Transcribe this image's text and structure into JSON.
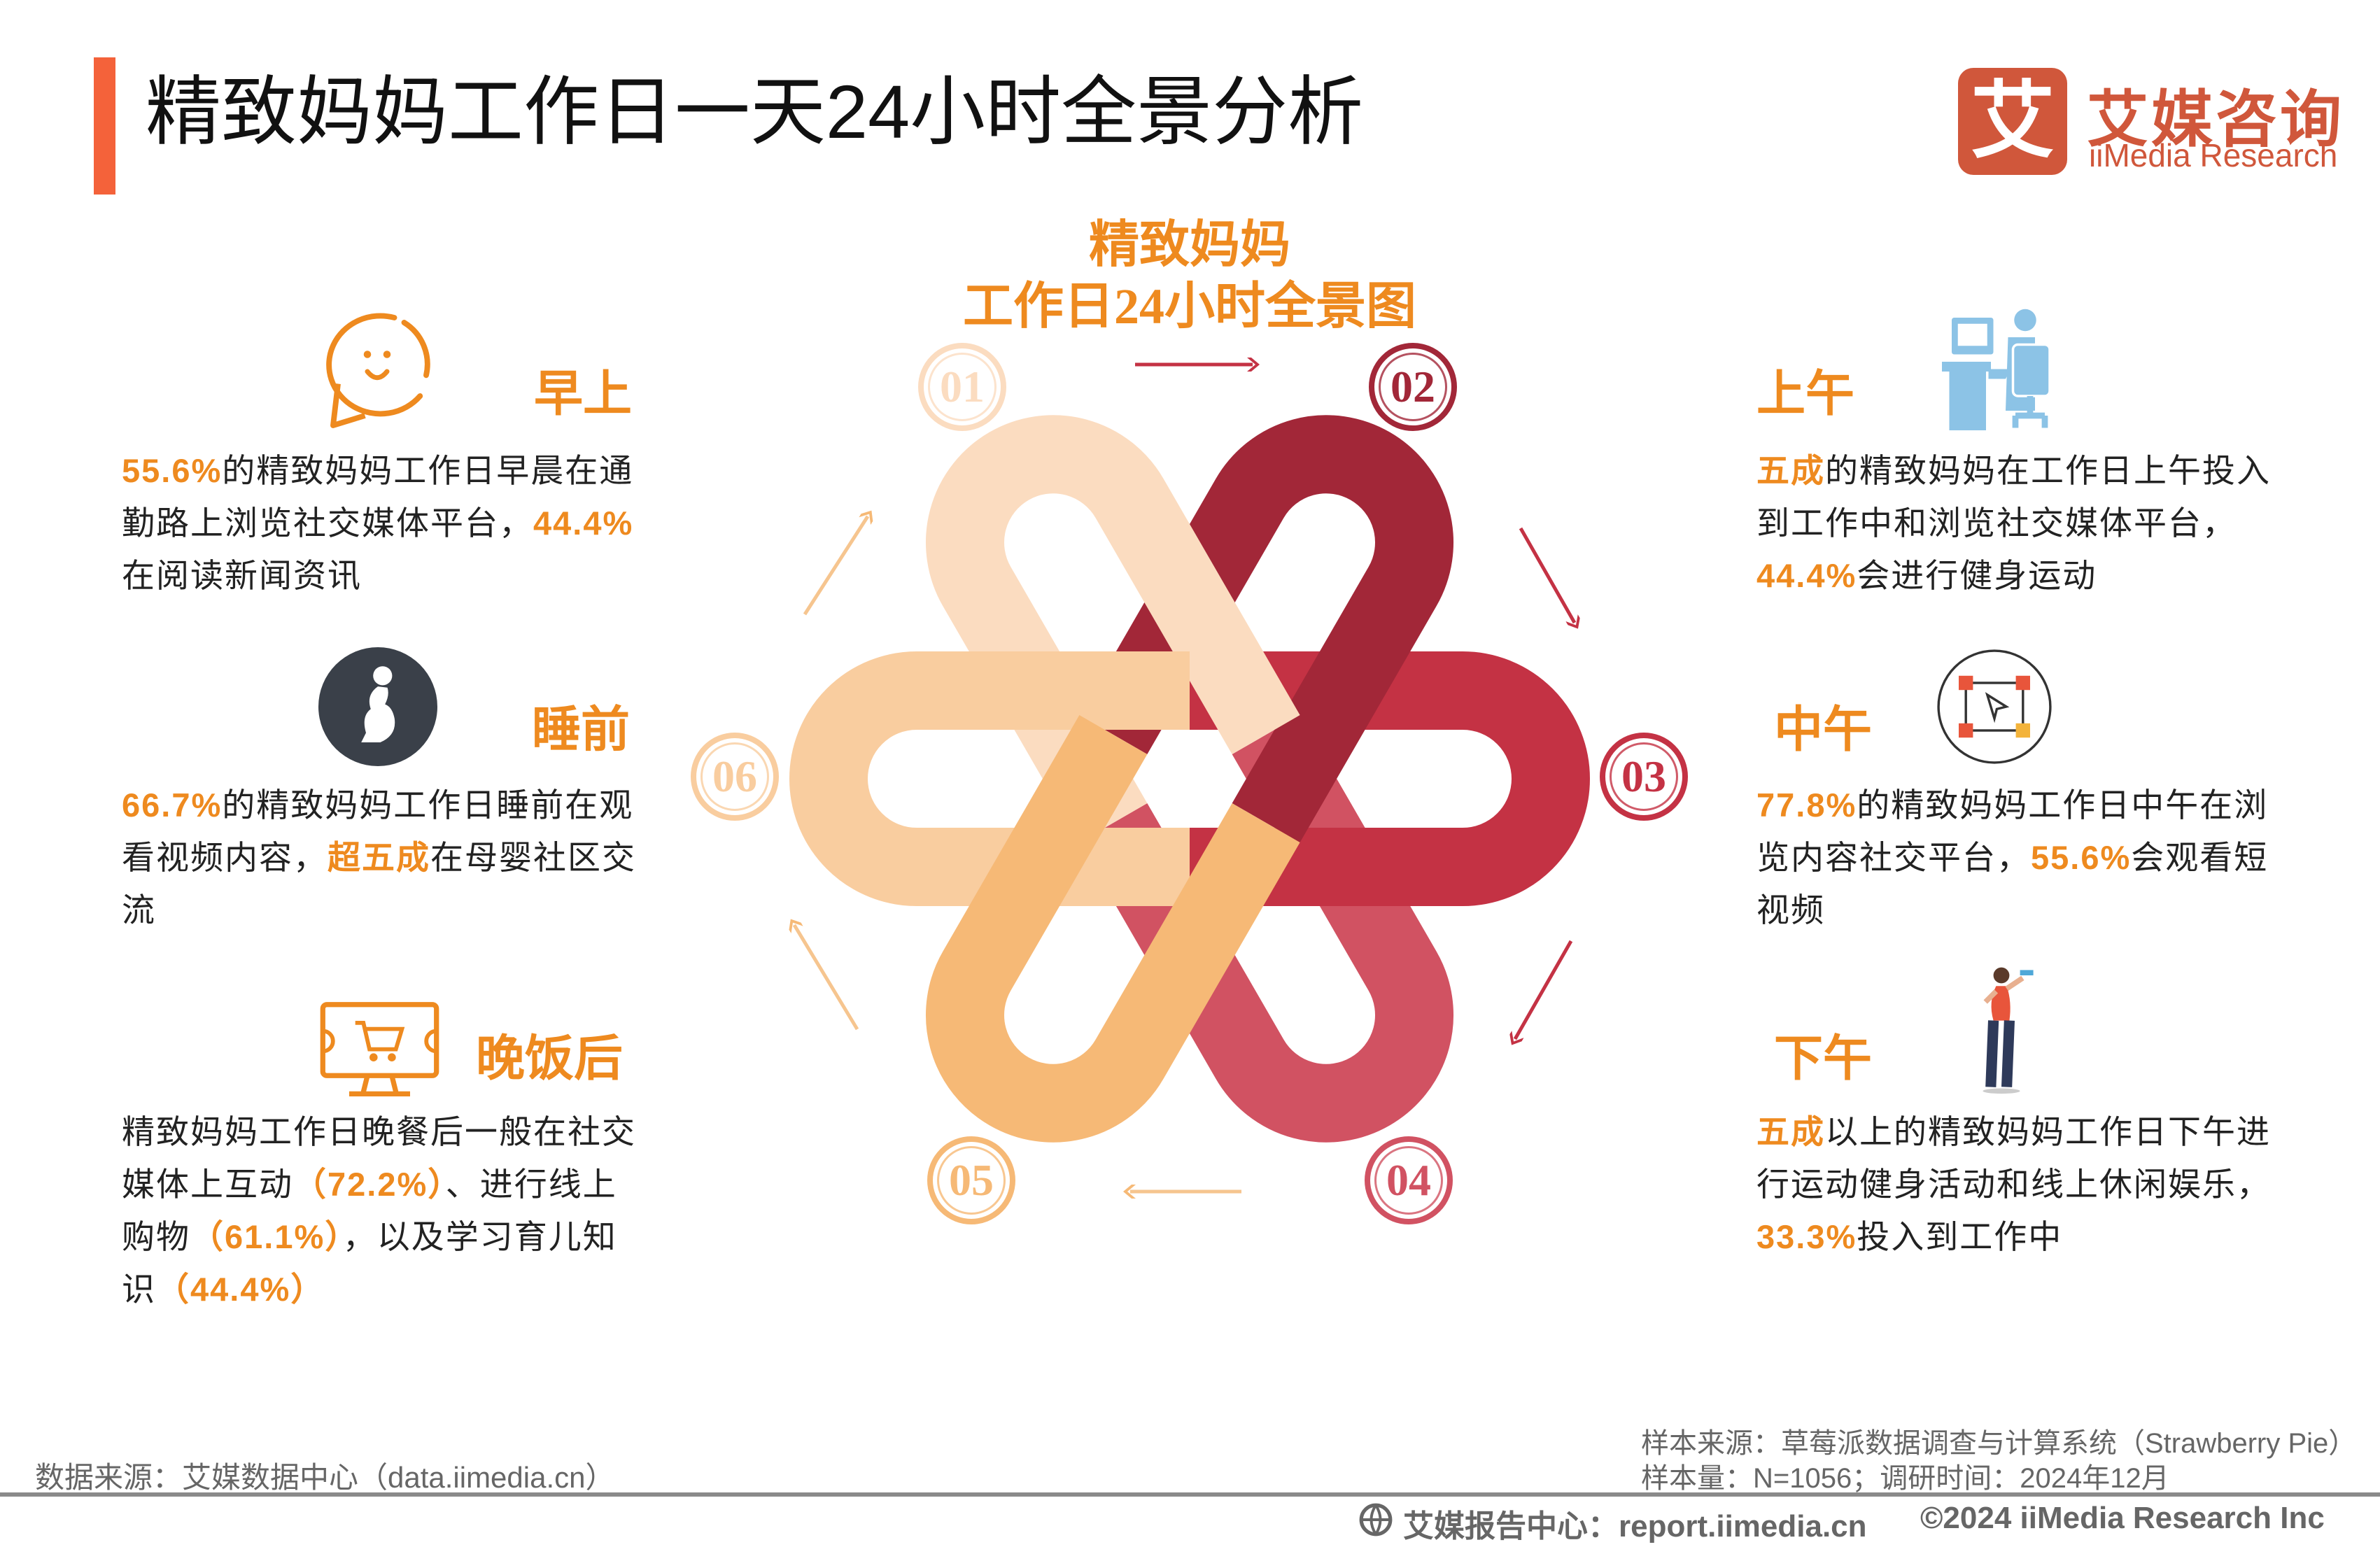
{
  "header": {
    "title": "精致妈妈工作日一天24小时全景分析",
    "accent_color": "#f4623a",
    "logo": {
      "mark": "艾",
      "cn": "艾媒咨询",
      "en": "iiMedia Research",
      "color": "#d0573b"
    }
  },
  "center": {
    "title_line1": "精致妈妈",
    "title_line2": "工作日24小时全景图",
    "steps": [
      {
        "num": "01",
        "color": "#fbdcc0"
      },
      {
        "num": "02",
        "color": "#a22738"
      },
      {
        "num": "03",
        "color": "#c43244"
      },
      {
        "num": "04",
        "color": "#d15262"
      },
      {
        "num": "05",
        "color": "#f6b976"
      },
      {
        "num": "06",
        "color": "#f9cd9f"
      }
    ]
  },
  "sections": [
    {
      "id": "morning",
      "heading": "早上",
      "icon": "smile-chat-icon",
      "lines": [
        [
          {
            "t": "55.6%",
            "hl": true
          },
          {
            "t": "的精致妈妈工作日早晨在通"
          }
        ],
        [
          {
            "t": "勤路上浏览社交媒体平台，"
          },
          {
            "t": "44.4%",
            "hl": true
          }
        ],
        [
          {
            "t": "在阅读新闻资讯"
          }
        ]
      ]
    },
    {
      "id": "bedtime",
      "heading": "睡前",
      "icon": "pregnant-woman-icon",
      "lines": [
        [
          {
            "t": "66.7%",
            "hl": true
          },
          {
            "t": "的精致妈妈工作日睡前在观"
          }
        ],
        [
          {
            "t": "看视频内容，"
          },
          {
            "t": "超五成",
            "hl": true
          },
          {
            "t": "在母婴社区交"
          }
        ],
        [
          {
            "t": "流"
          }
        ]
      ]
    },
    {
      "id": "after-dinner",
      "heading": "晚饭后",
      "icon": "shopping-cart-monitor-icon",
      "lines": [
        [
          {
            "t": "精致妈妈工作日晚餐后一般在社交"
          }
        ],
        [
          {
            "t": "媒体上互动"
          },
          {
            "t": "（72.2%）",
            "hl": true
          },
          {
            "t": "、进行线上"
          }
        ],
        [
          {
            "t": "购物"
          },
          {
            "t": "（61.1%）",
            "hl": true
          },
          {
            "t": "，以及学习育儿知"
          }
        ],
        [
          {
            "t": "识"
          },
          {
            "t": "（44.4%）",
            "hl": true
          }
        ]
      ]
    },
    {
      "id": "forenoon",
      "heading": "上午",
      "icon": "office-worker-icon",
      "lines": [
        [
          {
            "t": "五成",
            "hl": true
          },
          {
            "t": "的精致妈妈在工作日上午投入"
          }
        ],
        [
          {
            "t": "到工作中和浏览社交媒体平台，"
          }
        ],
        [
          {
            "t": "44.4%",
            "hl": true
          },
          {
            "t": "会进行健身运动"
          }
        ]
      ]
    },
    {
      "id": "noon",
      "heading": "中午",
      "icon": "flowchart-icon",
      "lines": [
        [
          {
            "t": "77.8%",
            "hl": true
          },
          {
            "t": "的精致妈妈工作日中午在浏"
          }
        ],
        [
          {
            "t": "览内容社交平台，"
          },
          {
            "t": "55.6%",
            "hl": true
          },
          {
            "t": "会观看短"
          }
        ],
        [
          {
            "t": "视频"
          }
        ]
      ]
    },
    {
      "id": "afternoon",
      "heading": "下午",
      "icon": "woman-dumbbell-icon",
      "lines": [
        [
          {
            "t": "五成",
            "hl": true
          },
          {
            "t": "以上的精致妈妈工作日下午进"
          }
        ],
        [
          {
            "t": "行运动健身活动和线上休闲娱乐，"
          }
        ],
        [
          {
            "t": "33.3%",
            "hl": true
          },
          {
            "t": "投入到工作中"
          }
        ]
      ]
    }
  ],
  "highlight_color": "#ee8a1f",
  "footer": {
    "data_source": "数据来源：艾媒数据中心（data.iimedia.cn）",
    "sample_source": "样本来源：草莓派数据调查与计算系统（Strawberry Pie）",
    "sample_size": "样本量：N=1056；调研时间：2024年12月",
    "report_center": "艾媒报告中心：report.iimedia.cn",
    "copyright": "©2024  iiMedia Research  Inc"
  }
}
